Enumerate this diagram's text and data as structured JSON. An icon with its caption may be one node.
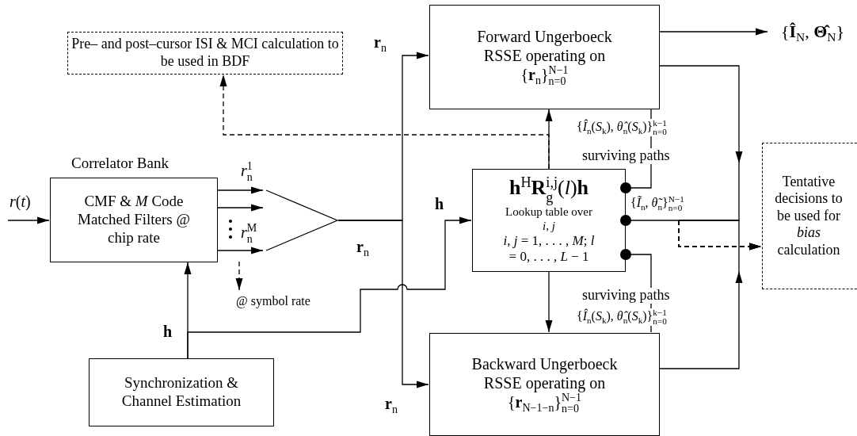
{
  "diagram": {
    "nodes": [
      {
        "text": [
          "Pre– and post–cursor ISI & MCI calculation to be used in BDF"
        ]
      },
      {
        "text": [
          "Forward Ungerboeck RSSE operating on {**r**$_{n}$}$^{N−1}$$_{n=0}$"
        ]
      },
      {
        "text": [
          "Correlator Bank",
          "CMF & *M* Code Matched Filters @ chip rate"
        ]
      },
      {
        "text": [],
        "shape": "triangle"
      },
      {
        "text": [
          "**h**$^{H}$**R**$^{i,j}$$_{g}$(*l*)**h**",
          "Lookup table over *i*, *j*",
          "*i*, *j* = 1, . . . , *M*; *l* = 0, . . . , *L* − 1"
        ]
      },
      {
        "text": [
          "Backward Ungerboeck RSSE operating on {**r**$_{N−1−n}$}$^{N−1}$$_{n=0}$"
        ]
      },
      {
        "text": [
          "Tentative decisions to be used for *bias* calculation"
        ]
      },
      {
        "text": [
          "Synchronization & Channel Estimation"
        ]
      },
      {
        "text": [
          "{**Î**$_{N}$, **Θ̂**$_{N}$}"
        ]
      },
      {
        "text": [
          "@ symbol rate"
        ]
      }
    ],
    "edges": [
      {
        "from": null,
        "to": 2,
        "arrow": "to",
        "label": "*r*(*t*)"
      },
      {
        "from": 2,
        "to": 3,
        "arrow": "to",
        "label": "*r*$^{1}$$_{n}$"
      },
      {
        "from": 2,
        "to": 3,
        "arrow": "to"
      },
      {
        "from": 2,
        "to": 3,
        "arrow": "to",
        "label": "*r*$^{M}$$_{n}$"
      },
      {
        "from": 3,
        "to": 1,
        "arrow": "to",
        "label": "**r**$_{n}$"
      },
      {
        "from": 3,
        "to": 5,
        "arrow": "to",
        "label": "**r**$_{n}$"
      },
      {
        "from": null,
        "to": 9,
        "arrow": "to",
        "style": "dashed"
      },
      {
        "from": 7,
        "to": 2,
        "arrow": "to",
        "label": "**h**"
      },
      {
        "from": 7,
        "to": 4,
        "arrow": "to",
        "label": "**h**"
      },
      {
        "from": 4,
        "to": 1,
        "arrow": "to"
      },
      {
        "from": 4,
        "to": 5,
        "arrow": "to"
      },
      {
        "from": 1,
        "to": 8,
        "arrow": "to"
      },
      {
        "from": 1,
        "to": 6,
        "arrow": "to",
        "style": "dashed"
      },
      {
        "from": 5,
        "to": 6,
        "arrow": "to",
        "style": "dashed"
      },
      {
        "from": 4,
        "to": 6,
        "arrow": "to",
        "style": "dashed",
        "label": "{*Ĩ*$_{n}$, *θ̃*$_{n}$}$^{N−1}$$_{n=0}$"
      },
      {
        "from": 4,
        "to": 1,
        "arrow": "other",
        "label": "{*Î*$_{n}$(*S*$_{k}$), *θ̂*$_{n}$(*S*$_{k}$)}$^{k−1}$$_{n=0}$"
      },
      {
        "from": 4,
        "to": 5,
        "arrow": "other",
        "label": "{*Î*$_{n}$(*S*$_{k}$), *θ̂*$_{n}$(*S*$_{k}$)}$^{k−1}$$_{n=0}$"
      },
      {
        "from": 4,
        "to": 0,
        "arrow": "to",
        "style": "dashed"
      }
    ],
    "labels": [
      "**r**$_{n}$",
      "surviving paths",
      "surviving paths"
    ]
  }
}
